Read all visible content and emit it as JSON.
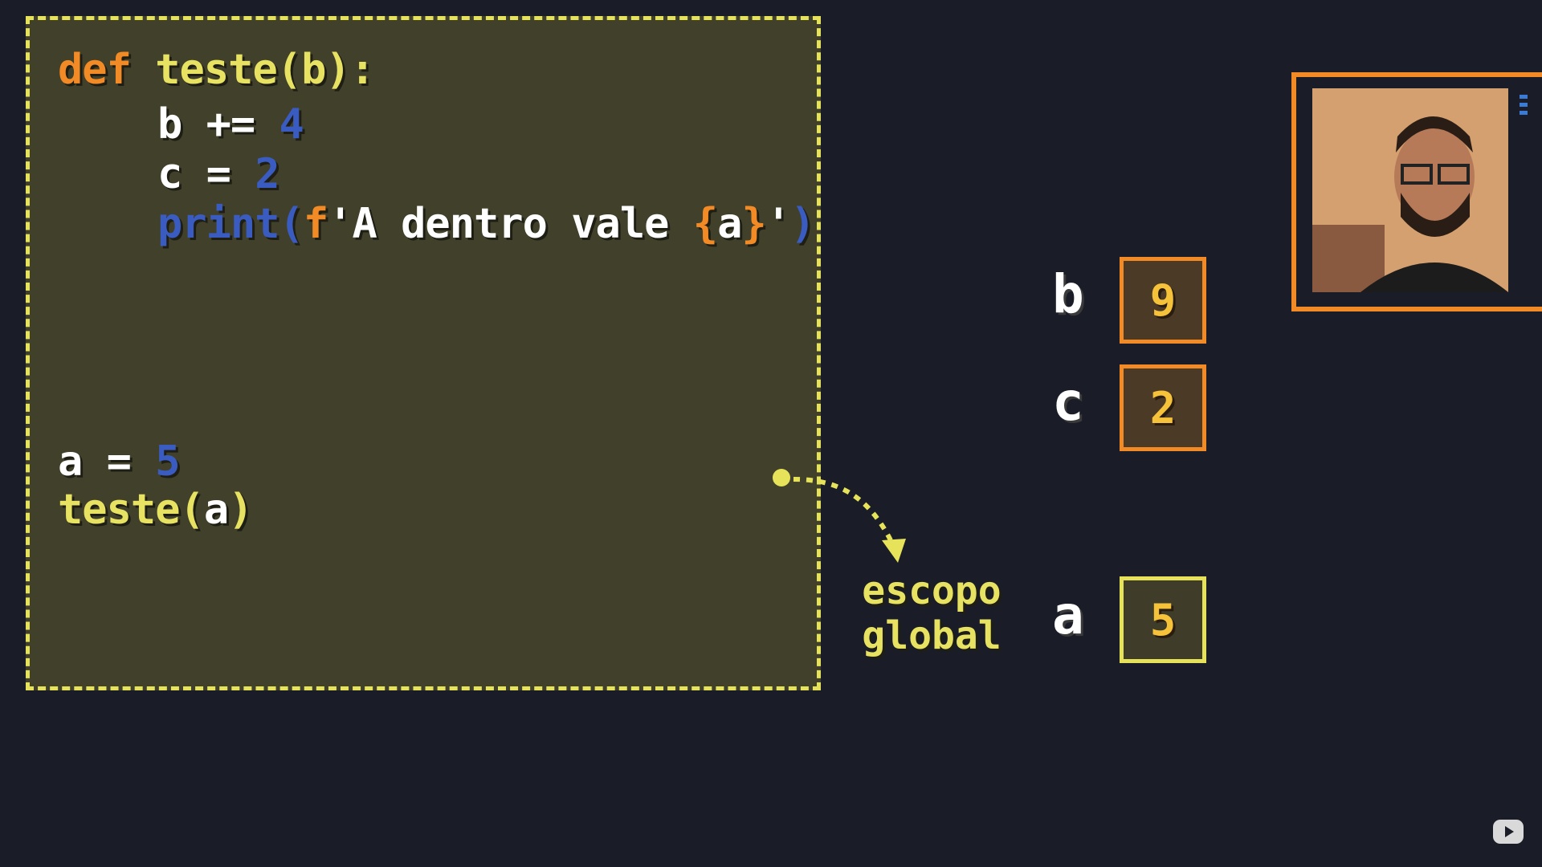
{
  "code": {
    "line1": {
      "kw": "def",
      "name": "teste(b):"
    },
    "line2": {
      "lhs": "b += ",
      "num": "4"
    },
    "line3": {
      "lhs": "c = ",
      "num": "2"
    },
    "line4": {
      "print": "print(",
      "f": "f",
      "str1": "'A dentro vale ",
      "brace_open": "{",
      "var": "a",
      "brace_close": "}",
      "str2": "'",
      "close": ")"
    },
    "line5": {
      "lhs": "a = ",
      "num": "5"
    },
    "line6": {
      "call": "teste(",
      "arg": "a",
      "close": ")"
    }
  },
  "scope_label": {
    "line1": "escopo",
    "line2": "global"
  },
  "variables": [
    {
      "name": "b",
      "value": "9",
      "border": "orange"
    },
    {
      "name": "c",
      "value": "2",
      "border": "orange"
    },
    {
      "name": "a",
      "value": "5",
      "border": "yellow"
    }
  ],
  "colors": {
    "background": "#1a1d27",
    "scope_box": "#41412b",
    "scope_border": "#e6e35a",
    "keyword": "#f28a26",
    "function": "#e8e262",
    "number": "#3a5bc0"
  },
  "icons": {
    "play": "youtube-play-icon"
  }
}
